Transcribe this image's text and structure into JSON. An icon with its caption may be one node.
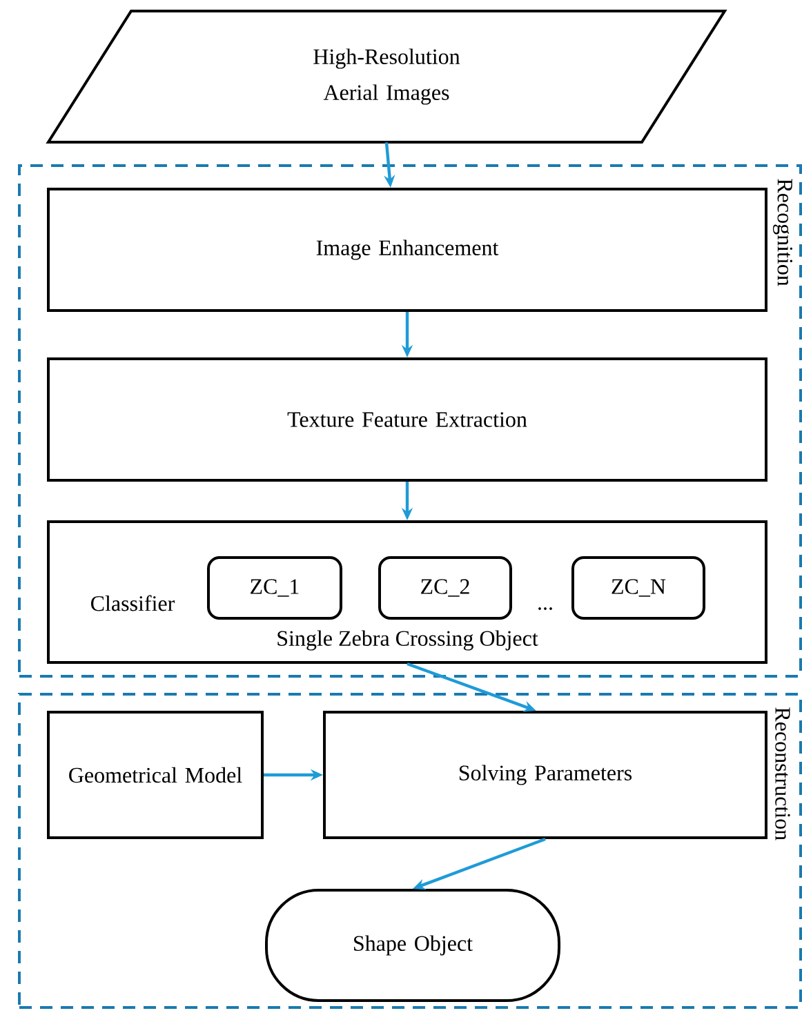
{
  "diagram": {
    "nodes": [
      {
        "text": [
          "High-Resolution Aerial Images"
        ]
      },
      {
        "text": [
          "Recognition"
        ]
      },
      {
        "text": [
          "Image Enhancement"
        ],
        "in": 1
      },
      {
        "text": [
          "Texture Feature Extraction"
        ],
        "in": 1
      },
      {
        "text": [
          "Classifier",
          "Single Zebra Crossing Object"
        ],
        "in": 1
      },
      {
        "text": [
          "ZC_1"
        ],
        "in": 4
      },
      {
        "text": [
          "ZC_2"
        ],
        "in": 4
      },
      {
        "text": [
          "ZC_N"
        ],
        "in": 4
      },
      {
        "text": [
          "Reconstruction"
        ]
      },
      {
        "text": [
          "Geometrical Model"
        ],
        "in": 8
      },
      {
        "text": [
          "Solving Parameters"
        ],
        "in": 8
      },
      {
        "text": [
          "Shape Object"
        ],
        "in": 8
      }
    ],
    "edges": [
      {
        "from": 0,
        "to": 2,
        "arrow": "to"
      },
      {
        "from": 2,
        "to": 3,
        "arrow": "to"
      },
      {
        "from": 3,
        "to": 4,
        "arrow": "to"
      },
      {
        "from": 4,
        "to": 10,
        "arrow": "to"
      },
      {
        "from": 9,
        "to": 10,
        "arrow": "to"
      },
      {
        "from": 10,
        "to": 11,
        "arrow": "to"
      }
    ],
    "labels": [
      "..."
    ]
  }
}
